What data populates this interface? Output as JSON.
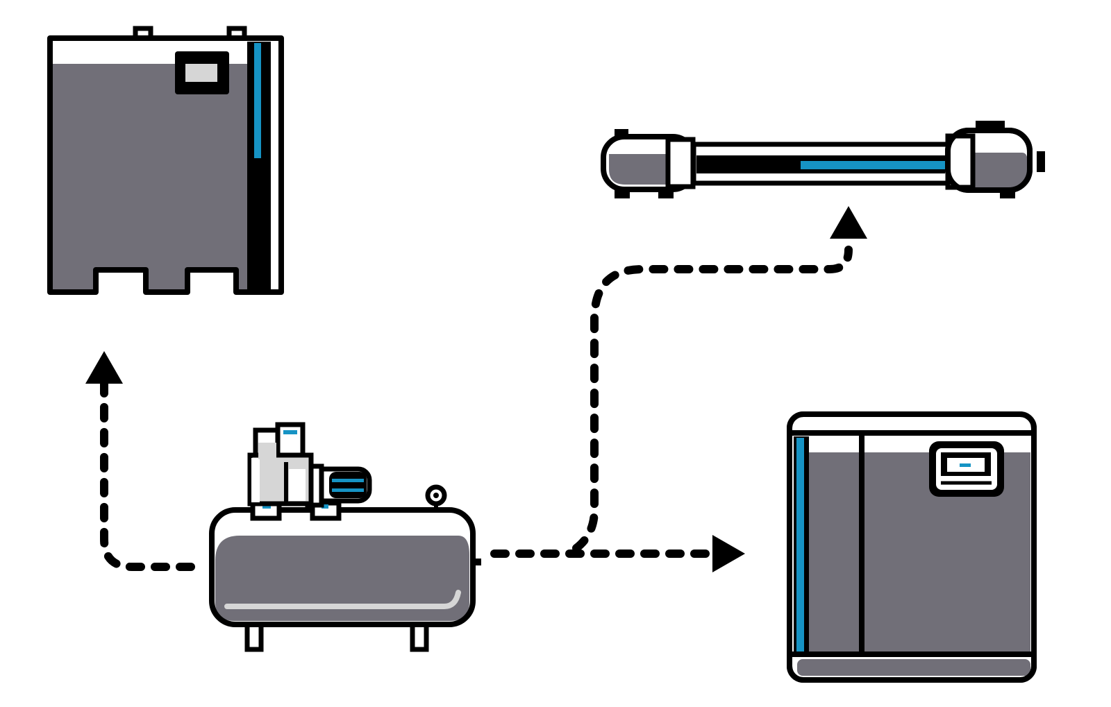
{
  "colors": {
    "outline": "#000000",
    "body": "#716f78",
    "accent": "#1693c4",
    "light": "#d6d6d6",
    "background": "#ffffff"
  },
  "components": [
    {
      "id": "piston-compressor",
      "icon": "tank-mounted-compressor-icon"
    },
    {
      "id": "tall-cabinet-unit",
      "icon": "tall-cabinet-icon"
    },
    {
      "id": "inline-filter-unit",
      "icon": "inline-filter-icon"
    },
    {
      "id": "enclosed-compressor-unit",
      "icon": "enclosed-cabinet-icon"
    }
  ],
  "flows": [
    {
      "from": "piston-compressor",
      "to": "tall-cabinet-unit"
    },
    {
      "from": "piston-compressor",
      "to": "inline-filter-unit"
    },
    {
      "from": "piston-compressor",
      "to": "enclosed-compressor-unit"
    }
  ]
}
